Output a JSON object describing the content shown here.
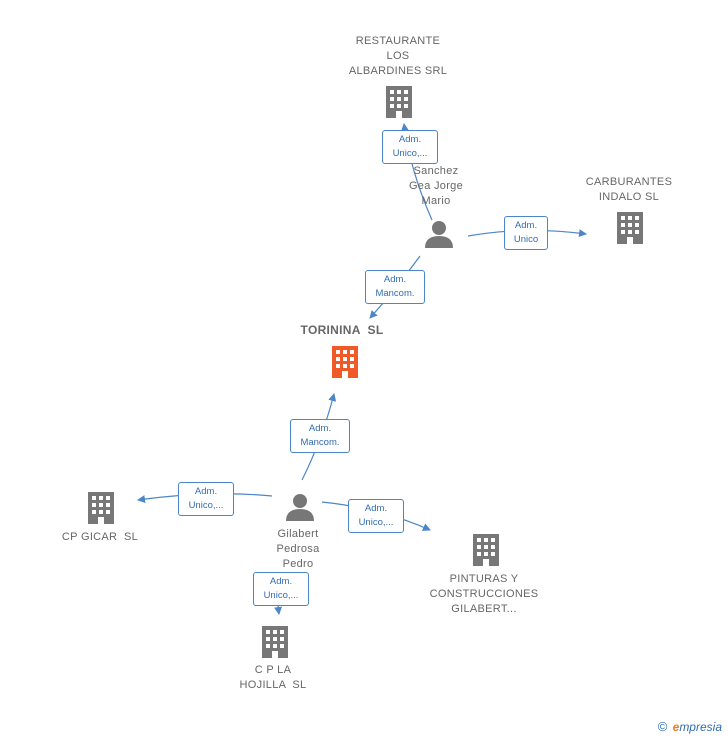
{
  "nodes": {
    "restaurante": {
      "label": "RESTAURANTE\nLOS\nALBARDINES SRL",
      "kind": "company"
    },
    "sanchez": {
      "label": "Sanchez\nGea Jorge\nMario",
      "kind": "person"
    },
    "carburantes": {
      "label": "CARBURANTES\nINDALO SL",
      "kind": "company"
    },
    "torinina": {
      "label": "TORININA  SL",
      "kind": "company-main"
    },
    "gilbert": {
      "label": "Gilabert\nPedrosa\nPedro",
      "kind": "person"
    },
    "cpgicar": {
      "label": "CP GICAR  SL",
      "kind": "company"
    },
    "pinturas": {
      "label": "PINTURAS Y\nCONSTRUCCIONES\nGILABERT...",
      "kind": "company"
    },
    "cplahojilla": {
      "label": "C P LA\nHOJILLA  SL",
      "kind": "company"
    }
  },
  "edges": {
    "sanchez_restaurante": {
      "l1": "Adm.",
      "l2": "Unico,..."
    },
    "sanchez_carburantes": {
      "l1": "Adm.",
      "l2": "Unico"
    },
    "sanchez_torinina": {
      "l1": "Adm.",
      "l2": "Mancom."
    },
    "gilbert_torinina": {
      "l1": "Adm.",
      "l2": "Mancom."
    },
    "gilbert_cpgicar": {
      "l1": "Adm.",
      "l2": "Unico,..."
    },
    "gilbert_pinturas": {
      "l1": "Adm.",
      "l2": "Unico,..."
    },
    "gilbert_cplahojilla": {
      "l1": "Adm.",
      "l2": "Unico,..."
    }
  },
  "colors": {
    "edge": "#4a86c8",
    "company_icon": "#777777",
    "main_icon": "#f05a28",
    "person_icon": "#777777"
  },
  "footer": {
    "copyright": "©",
    "brand_initial": "e",
    "brand_rest": "mpresia"
  }
}
